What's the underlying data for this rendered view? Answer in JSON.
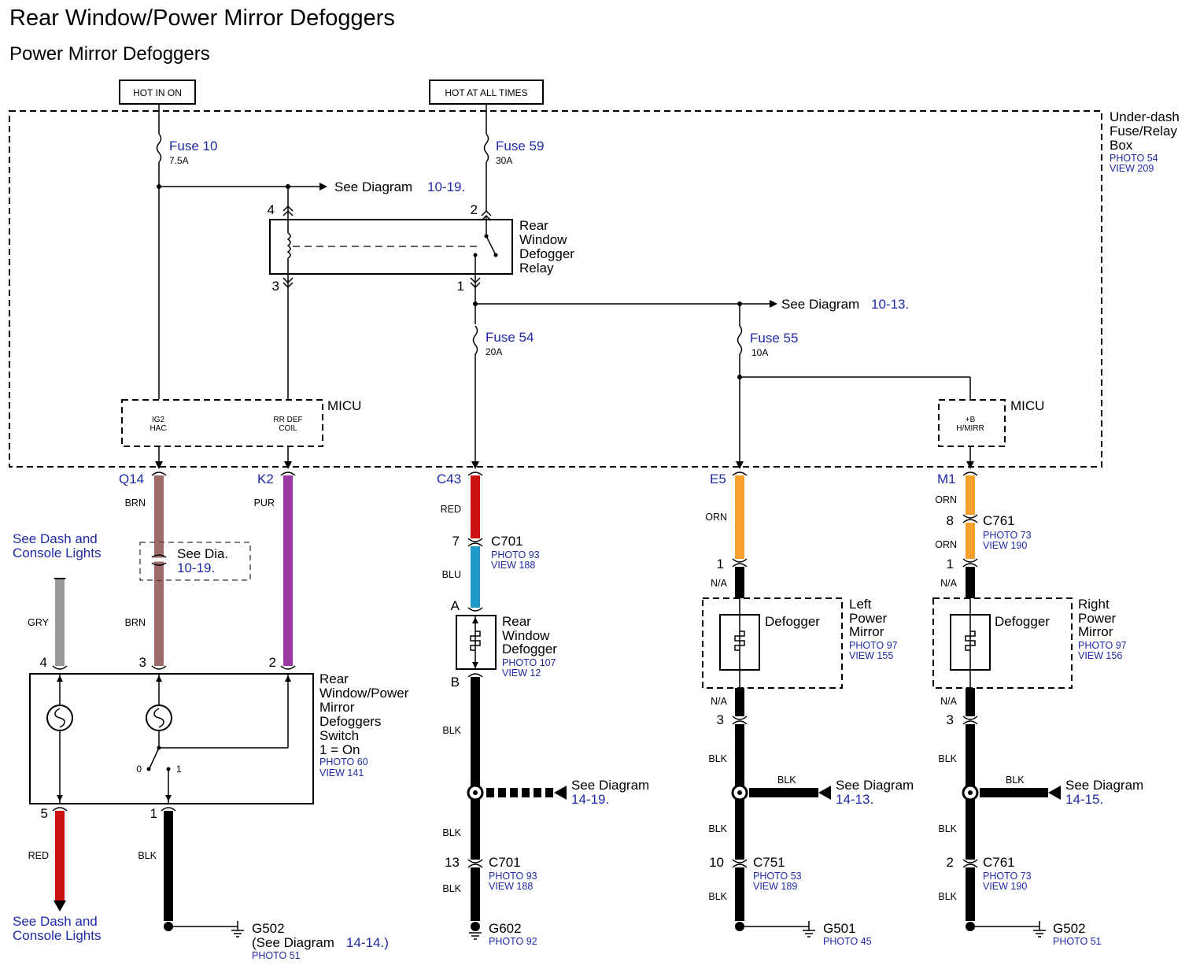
{
  "header": {
    "title": "Rear Window/Power Mirror Defoggers",
    "subtitle": "Power Mirror Defoggers"
  },
  "sources": {
    "hot_in_on": "HOT IN ON",
    "hot_at_all_times": "HOT AT ALL TIMES"
  },
  "fuse_box": {
    "label_1": "Under-dash",
    "label_2": "Fuse/Relay",
    "label_3": "Box",
    "photo": "PHOTO 54",
    "view": "VIEW 209",
    "fill_color": "#d6e6f7"
  },
  "fuses": {
    "f10_name": "Fuse 10",
    "f10_rating": "7.5A",
    "f59_name": "Fuse 59",
    "f59_rating": "30A",
    "f54_name": "Fuse 54",
    "f54_rating": "20A",
    "f55_name": "Fuse 55",
    "f55_rating": "10A"
  },
  "see_diagram_1019": {
    "prefix": "See Diagram",
    "ref": "10-19."
  },
  "see_diagram_1013": {
    "prefix": "See Diagram",
    "ref": "10-13."
  },
  "relay": {
    "line_1": "Rear",
    "line_2": "Window",
    "line_3": "Defogger",
    "line_4": "Relay",
    "pin_4": "4",
    "pin_3": "3",
    "pin_2": "2",
    "pin_1": "1"
  },
  "micu_left": {
    "label": "MICU",
    "pin_a_1": "IG2",
    "pin_a_2": "HAC",
    "pin_b_1": "RR DEF",
    "pin_b_2": "COIL"
  },
  "micu_right": {
    "label": "MICU",
    "pin_1": "+B",
    "pin_2": "H/MIRR"
  },
  "connectors": {
    "q14": "Q14",
    "k2": "K2",
    "c43": "C43",
    "e5": "E5",
    "m1": "M1"
  },
  "wire_colors": {
    "brn": "#9e6b6b",
    "pur": "#9b3aa5",
    "red": "#cc1111",
    "blu": "#1f98c8",
    "orn": "#f7a030",
    "gry": "#9a9a9a",
    "blk": "#000000"
  },
  "wires": {
    "q14_top": "BRN",
    "q14_bottom": "BRN",
    "k2": "PUR",
    "gry": "GRY",
    "c43_top": "RED",
    "c43_mid": "BLU",
    "c43_blk1": "BLK",
    "c43_blk2": "BLK",
    "c43_blk3": "BLK",
    "e5_top": "ORN",
    "e5_na1": "N/A",
    "e5_na2": "N/A",
    "e5_blk1": "BLK",
    "e5_blk_branch": "BLK",
    "e5_blk2": "BLK",
    "e5_blk3": "BLK",
    "m1_top": "ORN",
    "m1_mid": "ORN",
    "m1_na1": "N/A",
    "m1_na2": "N/A",
    "m1_blk1": "BLK",
    "m1_blk_branch": "BLK",
    "m1_blk2": "BLK",
    "m1_blk3": "BLK",
    "sw_red": "RED",
    "sw_blk": "BLK"
  },
  "see_dash_top": {
    "line_1": "See Dash and",
    "line_2": "Console Lights"
  },
  "see_dash_bottom": {
    "line_1": "See Dash and",
    "line_2": "Console Lights"
  },
  "see_dia_box": {
    "line_1": "See Dia.",
    "ref": "10-19."
  },
  "switch": {
    "line_1": "Rear",
    "line_2": "Window/Power",
    "line_3": "Mirror",
    "line_4": "Defoggers",
    "line_5": "Switch",
    "line_6": "1 = On",
    "photo": "PHOTO 60",
    "view": "VIEW 141",
    "pin_4": "4",
    "pin_3": "3",
    "pin_2": "2",
    "pin_5": "5",
    "pin_1": "1",
    "pos_0": "0",
    "pos_1": "1"
  },
  "c701_top": {
    "name": "C701",
    "pin": "7",
    "photo": "PHOTO 93",
    "view": "VIEW 188"
  },
  "c701_bottom": {
    "name": "C701",
    "pin": "13",
    "photo": "PHOTO 93",
    "view": "VIEW 188"
  },
  "rear_defogger": {
    "line_1": "Rear",
    "line_2": "Window",
    "line_3": "Defogger",
    "photo": "PHOTO 107",
    "view": "VIEW 12",
    "pin_a": "A",
    "pin_b": "B"
  },
  "left_mirror": {
    "element": "Defogger",
    "line_1": "Left",
    "line_2": "Power",
    "line_3": "Mirror",
    "photo": "PHOTO 97",
    "view": "VIEW 155",
    "pin_1": "1",
    "pin_3": "3"
  },
  "right_mirror": {
    "element": "Defogger",
    "line_1": "Right",
    "line_2": "Power",
    "line_3": "Mirror",
    "photo": "PHOTO 97",
    "view": "VIEW 156",
    "pin_1": "1",
    "pin_3": "3"
  },
  "c761_top": {
    "name": "C761",
    "pin": "8",
    "photo": "PHOTO 73",
    "view": "VIEW 190"
  },
  "c761_bottom": {
    "name": "C761",
    "pin": "2",
    "photo": "PHOTO 73",
    "view": "VIEW 190"
  },
  "c751": {
    "name": "C751",
    "pin": "10",
    "photo": "PHOTO 53",
    "view": "VIEW 189"
  },
  "see_diagram_1419": {
    "prefix": "See Diagram",
    "ref": "14-19."
  },
  "see_diagram_1413": {
    "prefix": "See Diagram",
    "ref": "14-13."
  },
  "see_diagram_1415": {
    "prefix": "See Diagram",
    "ref": "14-15."
  },
  "grounds": {
    "g502_left": "G502",
    "g502_left_note_prefix": "(See Diagram",
    "g502_left_note_ref": "14-14.)",
    "g502_left_photo": "PHOTO 51",
    "g602": "G602",
    "g602_photo": "PHOTO 92",
    "g501": "G501",
    "g501_photo": "PHOTO 45",
    "g502_right": "G502",
    "g502_right_photo": "PHOTO 51"
  }
}
